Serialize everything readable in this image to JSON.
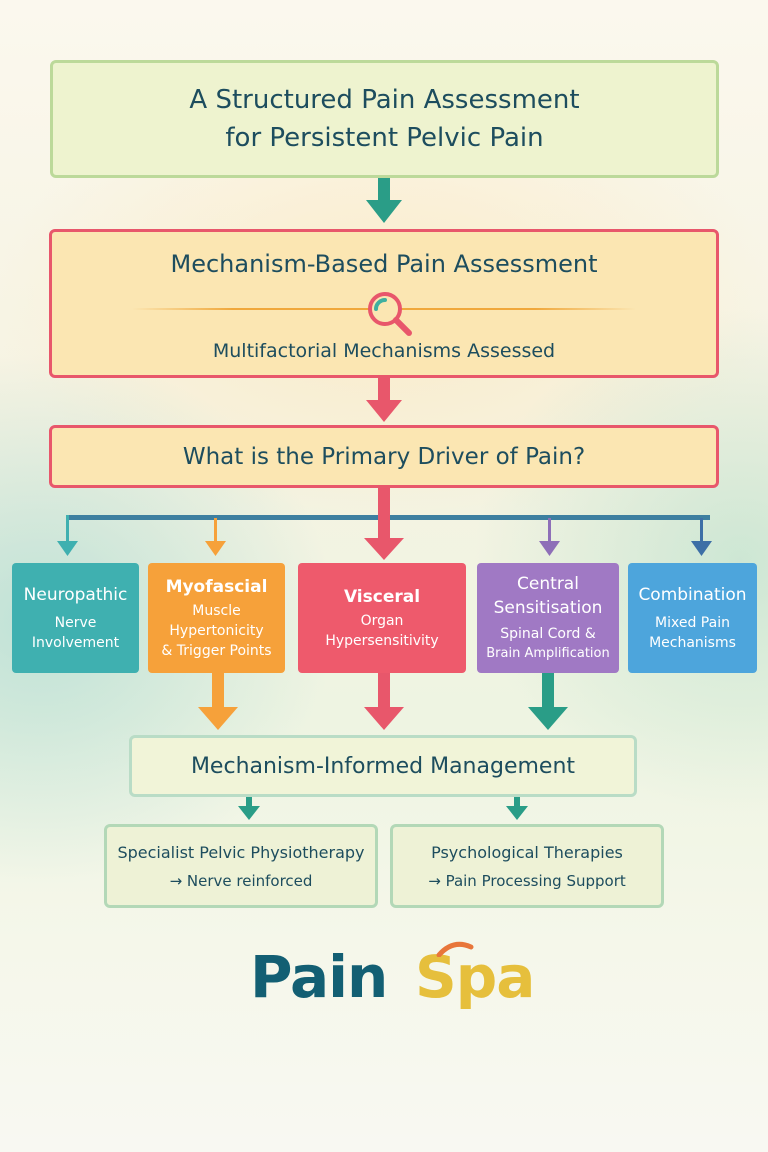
{
  "title": {
    "line1": "A Structured Pain Assessment",
    "line2": "for Persistent Pelvic Pain"
  },
  "mechanism": {
    "title": "Mechanism-Based Pain Assessment",
    "subtitle": "Multifactorial Mechanisms Assessed",
    "icon": "magnifier-icon"
  },
  "question": "What is the Primary Driver of Pain?",
  "categories": [
    {
      "name": "Neuropathic",
      "desc1": "Nerve",
      "desc2": "Involvement",
      "desc3": "",
      "color": "#3fb0b0"
    },
    {
      "name": "Myofascial",
      "desc1": "Muscle",
      "desc2": "Hypertonicity",
      "desc3": "& Trigger Points",
      "color": "#f6a13a"
    },
    {
      "name": "Visceral",
      "desc1": "Organ",
      "desc2": "Hypersensitivity",
      "desc3": "",
      "color": "#ee5a6c"
    },
    {
      "name": "Central",
      "name2": "Sensitisation",
      "desc1": "Spinal Cord &",
      "desc2": "Brain Amplification",
      "desc3": "",
      "color": "#a079c4"
    },
    {
      "name": "Combination",
      "desc1": "Mixed Pain",
      "desc2": "Mechanisms",
      "desc3": "",
      "color": "#4da5dc"
    }
  ],
  "management": {
    "title": "Mechanism-Informed Management",
    "physio": {
      "title": "Specialist Pelvic Physiotherapy",
      "desc": "→ Nerve reinforced"
    },
    "psych": {
      "title": "Psychological Therapies",
      "desc": "→ Pain Processing Support"
    }
  },
  "logo": {
    "part1": "Pain",
    "part2": "Spa"
  },
  "colors": {
    "teal": "#2a9d87",
    "red": "#e8576b",
    "orange": "#f6a13a",
    "purple": "#8e6fb8",
    "blue": "#3d6fa6",
    "navy": "#1d4d5e"
  }
}
